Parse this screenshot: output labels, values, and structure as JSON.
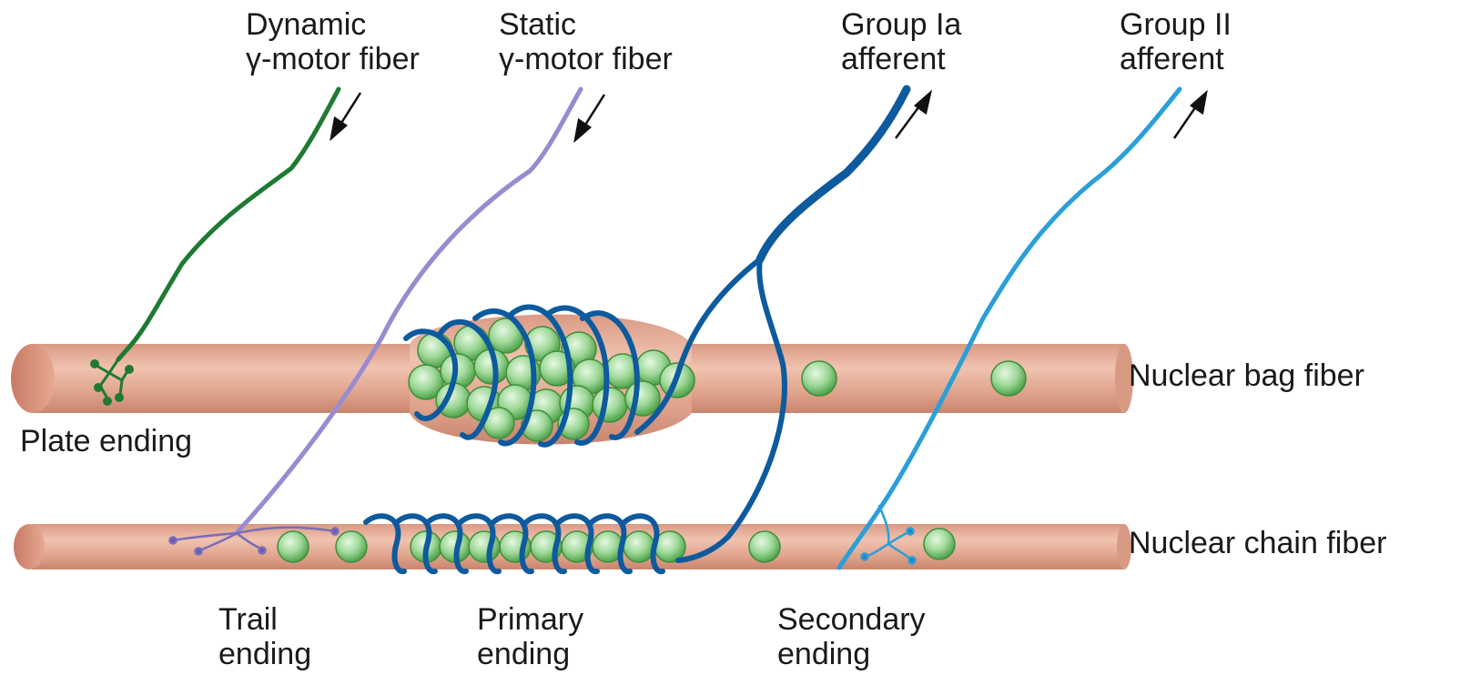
{
  "fibers": {
    "dynamic_gamma": {
      "line1": "Dynamic",
      "line2": "γ-motor fiber",
      "color": "#1e7a32"
    },
    "static_gamma": {
      "line1": "Static",
      "line2": "γ-motor fiber",
      "color": "#9a8ad0"
    },
    "group_ia": {
      "line1": "Group Ia",
      "line2": "afferent",
      "color": "#0d5a9e"
    },
    "group_ii": {
      "line1": "Group II",
      "line2": "afferent",
      "color": "#2a9fd8"
    }
  },
  "muscle_fibers": {
    "nuclear_bag": {
      "label": "Nuclear bag fiber",
      "color": "#e2a48e"
    },
    "nuclear_chain": {
      "label": "Nuclear chain fiber",
      "color": "#e2a48e"
    }
  },
  "endings": {
    "plate": {
      "label": "Plate ending"
    },
    "trail": {
      "line1": "Trail",
      "line2": "ending"
    },
    "primary": {
      "line1": "Primary",
      "line2": "ending"
    },
    "secondary": {
      "line1": "Secondary",
      "line2": "ending"
    }
  },
  "nucleus_color": "#8fd08a"
}
